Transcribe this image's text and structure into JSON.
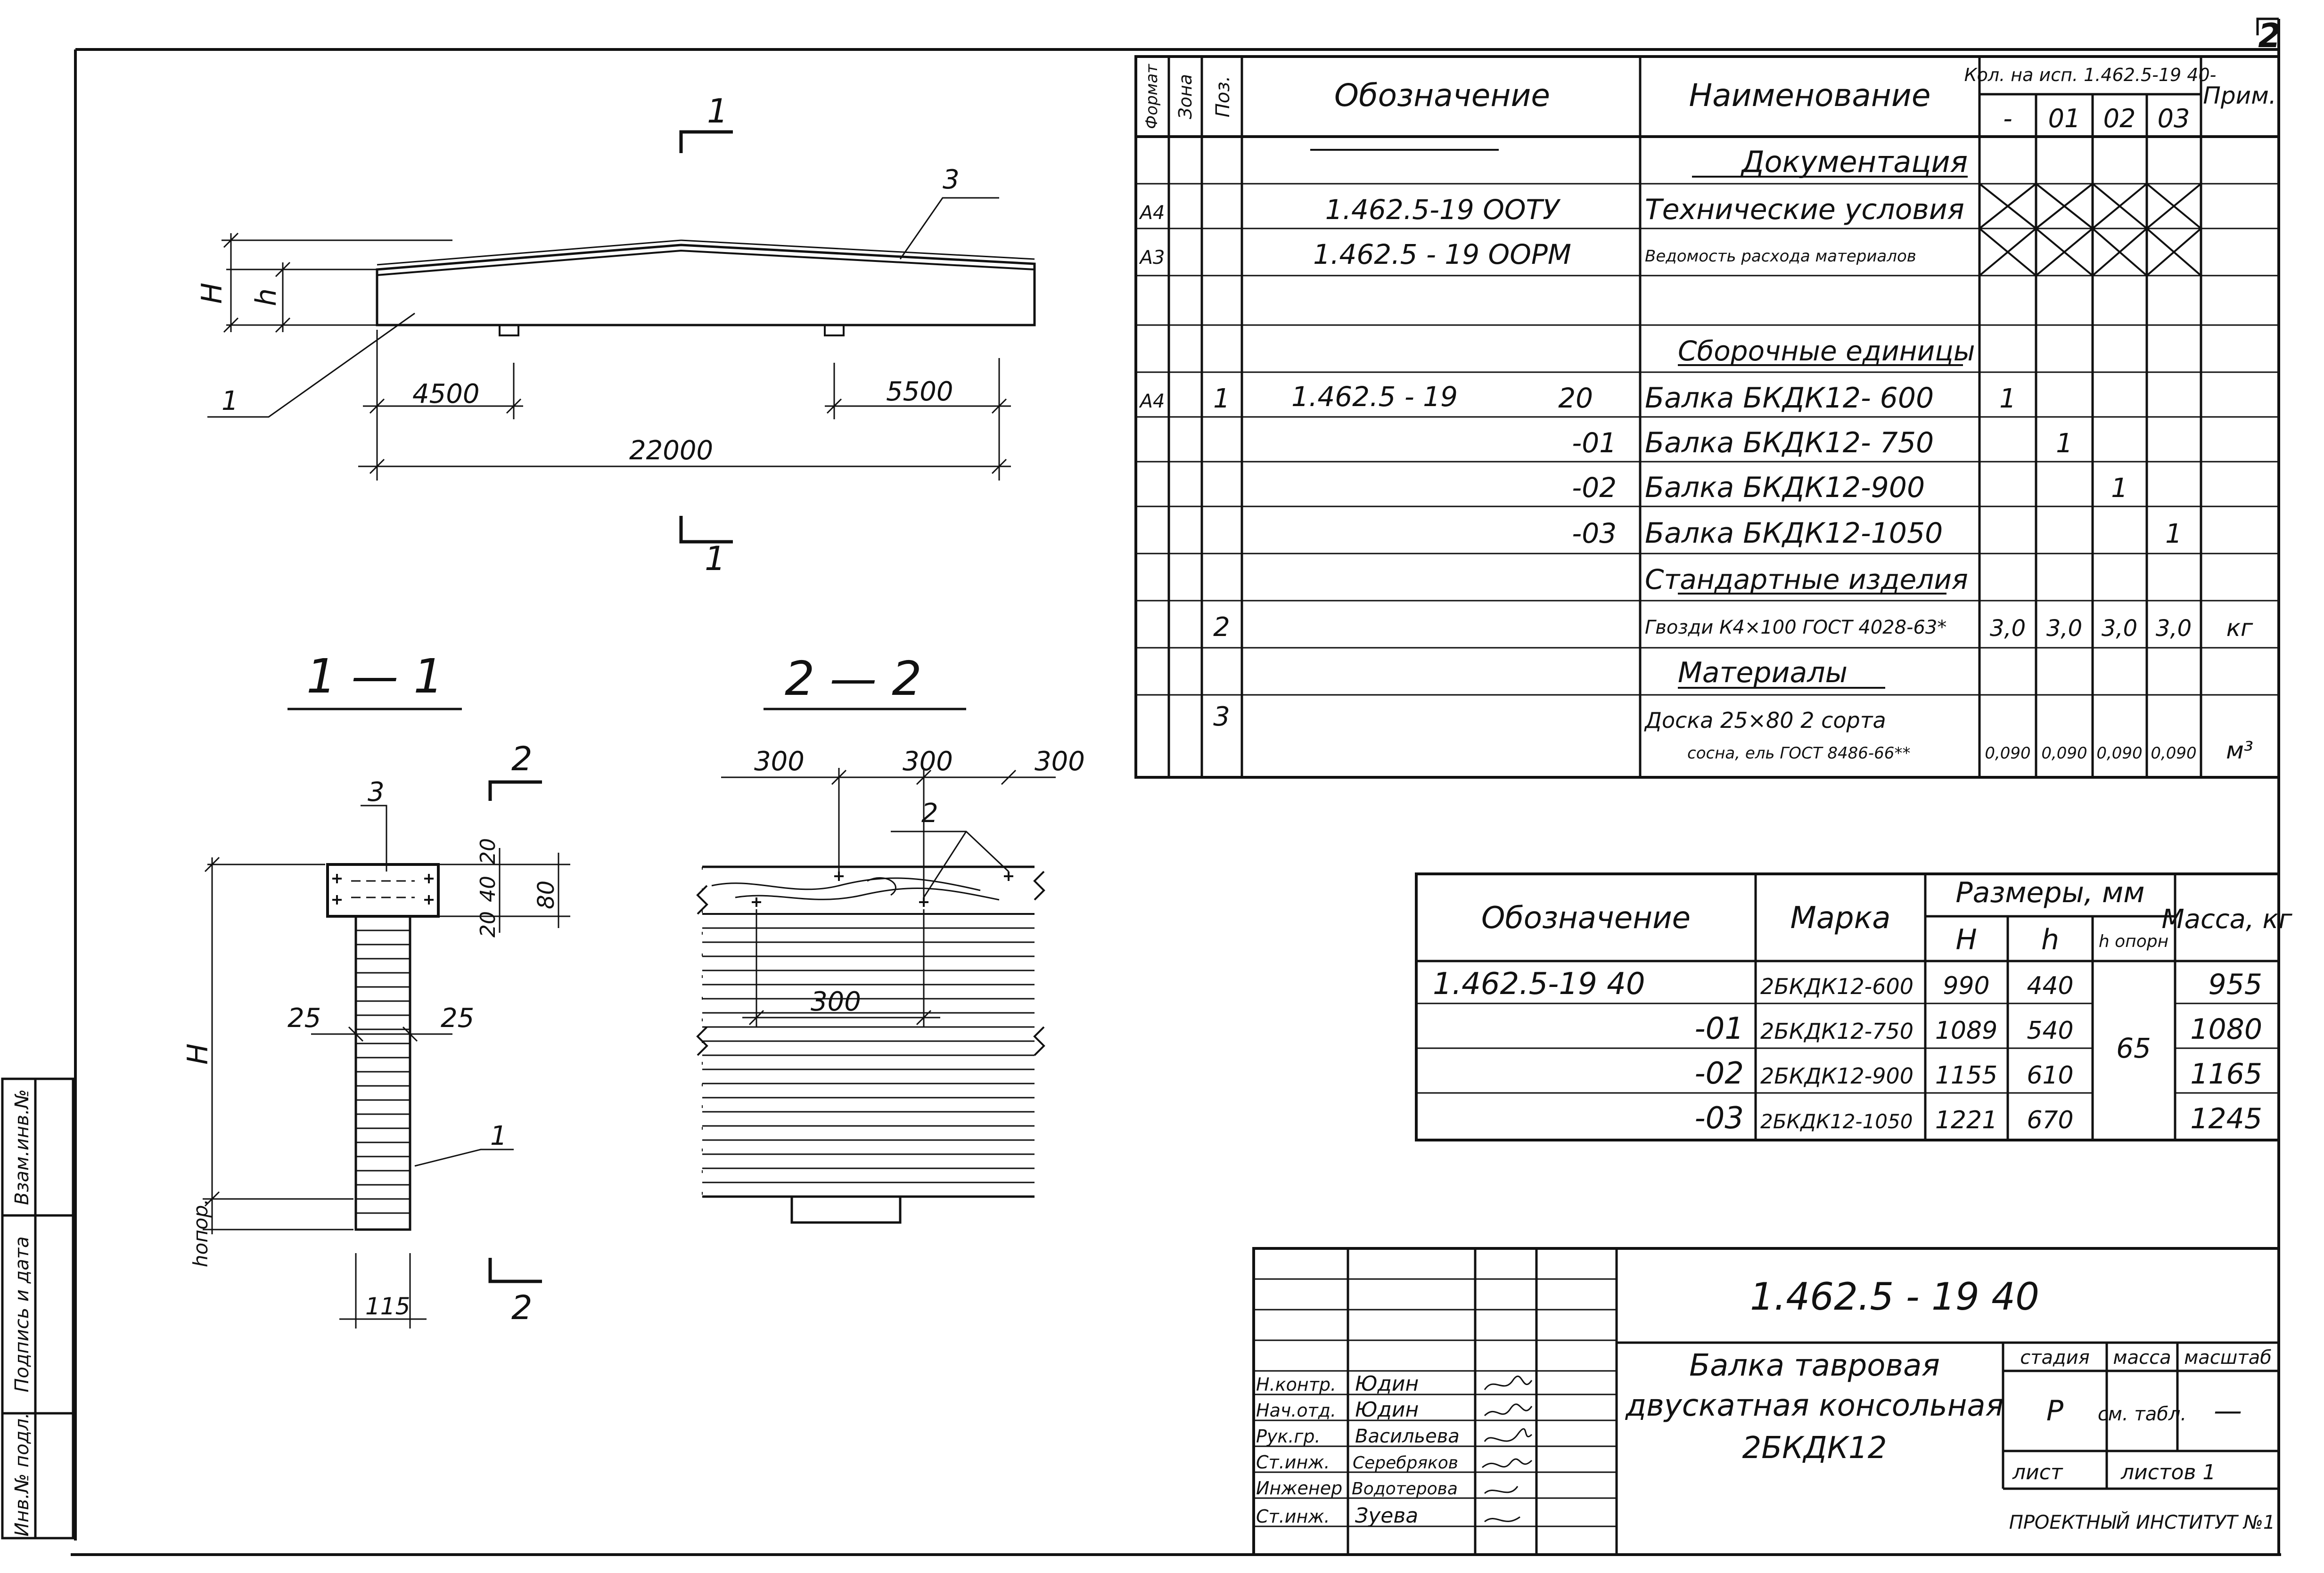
{
  "sheet": {
    "page_number": "2"
  },
  "drawing": {
    "section_mark": "1",
    "section_mark_2": "2",
    "section_1_title": "1 — 1",
    "section_2_title": "2 — 2",
    "labels": {
      "pos1": "1",
      "pos2": "2",
      "pos3": "3",
      "H": "H",
      "h": "h",
      "h_support": "hопор."
    },
    "dimensions": {
      "d4500": "4500",
      "d5500": "5500",
      "d22000": "22000",
      "d300a": "300",
      "d300b": "300",
      "d300c": "300",
      "d300d": "300",
      "d25a": "25",
      "d25b": "25",
      "d20a": "20",
      "d40": "40",
      "d20b": "20",
      "d80": "80",
      "d115": "115"
    }
  },
  "spec": {
    "headers": {
      "format": "Формат",
      "zone": "Зона",
      "pos": "Поз.",
      "designation": "Обозначение",
      "name": "Наименование",
      "qty_group": "Кол. на исп. 1.462.5-19 40-",
      "qty_cols": [
        "-",
        "01",
        "02",
        "03"
      ],
      "note": "Прим."
    },
    "rows": [
      {
        "format": "",
        "pos": "",
        "designation": "",
        "suffix": "",
        "name": "Документация",
        "heading": true,
        "qty": [
          "",
          "",
          "",
          ""
        ],
        "note": ""
      },
      {
        "format": "А4",
        "pos": "",
        "designation": "1.462.5-19 ООТУ",
        "suffix": "",
        "name": "Технические условия",
        "heading": false,
        "crossed": true,
        "qty": [
          "",
          "",
          "",
          ""
        ],
        "note": ""
      },
      {
        "format": "А3",
        "pos": "",
        "designation": "1.462.5 - 19 ООРМ",
        "suffix": "",
        "name": "Ведомость расхода материалов",
        "heading": false,
        "crossed": true,
        "small": true,
        "qty": [
          "",
          "",
          "",
          ""
        ],
        "note": ""
      },
      {
        "format": "",
        "pos": "",
        "designation": "",
        "suffix": "",
        "name": "",
        "heading": false,
        "qty": [
          "",
          "",
          "",
          ""
        ],
        "note": ""
      },
      {
        "format": "",
        "pos": "",
        "designation": "",
        "suffix": "",
        "name": "Сборочные единицы",
        "heading": true,
        "qty": [
          "",
          "",
          "",
          ""
        ],
        "note": ""
      },
      {
        "format": "А4",
        "pos": "1",
        "designation": "1.462.5 - 19",
        "suffix": "20",
        "name": "Балка БКДК12- 600",
        "heading": false,
        "qty": [
          "1",
          "",
          "",
          ""
        ],
        "note": ""
      },
      {
        "format": "",
        "pos": "",
        "designation": "",
        "suffix": "-01",
        "name": "Балка БКДК12- 750",
        "heading": false,
        "qty": [
          "",
          "1",
          "",
          ""
        ],
        "note": ""
      },
      {
        "format": "",
        "pos": "",
        "designation": "",
        "suffix": "-02",
        "name": "Балка БКДК12-900",
        "heading": false,
        "qty": [
          "",
          "",
          "1",
          ""
        ],
        "note": ""
      },
      {
        "format": "",
        "pos": "",
        "designation": "",
        "suffix": "-03",
        "name": "Балка БКДК12-1050",
        "heading": false,
        "qty": [
          "",
          "",
          "",
          "1"
        ],
        "note": ""
      },
      {
        "format": "",
        "pos": "",
        "designation": "",
        "suffix": "",
        "name": "Стандартные изделия",
        "heading": true,
        "qty": [
          "",
          "",
          "",
          ""
        ],
        "note": ""
      },
      {
        "format": "",
        "pos": "2",
        "designation": "",
        "suffix": "",
        "name": "Гвозди К4×100 ГОСТ 4028-63*",
        "heading": false,
        "small": true,
        "qty": [
          "3,0",
          "3,0",
          "3,0",
          "3,0"
        ],
        "note": "кг"
      },
      {
        "format": "",
        "pos": "",
        "designation": "",
        "suffix": "",
        "name": "Материалы",
        "heading": true,
        "qty": [
          "",
          "",
          "",
          ""
        ],
        "note": ""
      },
      {
        "format": "",
        "pos": "3",
        "designation": "",
        "suffix": "",
        "name": "Доска 25×80 2 сорта",
        "name2": "сосна, ель ГОСТ 8486-66**",
        "heading": false,
        "small": true,
        "qty": [
          "0,090",
          "0,090",
          "0,090",
          "0,090"
        ],
        "note": "м³"
      }
    ]
  },
  "sizes": {
    "headers": {
      "designation": "Обозначение",
      "mark": "Марка",
      "dims_group": "Размеры, мм",
      "H": "H",
      "h": "h",
      "h_support": "h опорн",
      "mass": "Масса, кг"
    },
    "h_support_value": "65",
    "rows": [
      {
        "designation": "1.462.5-19 40",
        "mark": "2БКДК12-600",
        "H": "990",
        "h": "440",
        "mass": "955"
      },
      {
        "designation": "-01",
        "mark": "2БКДК12-750",
        "H": "1089",
        "h": "540",
        "mass": "1080"
      },
      {
        "designation": "-02",
        "mark": "2БКДК12-900",
        "H": "1155",
        "h": "610",
        "mass": "1165"
      },
      {
        "designation": "-03",
        "mark": "2БКДК12-1050",
        "H": "1221",
        "h": "670",
        "mass": "1245"
      }
    ]
  },
  "title_block": {
    "code": "1.462.5 - 19 40",
    "title_lines": [
      "Балка тавровая",
      "двускатная консольная",
      "2БКДК12"
    ],
    "stage_label": "стадия",
    "mass_label": "масса",
    "scale_label": "масштаб",
    "stage_value": "Р",
    "mass_value": "см. табл.",
    "scale_value": "—",
    "sheet_label": "лист",
    "sheets_label": "листов 1",
    "org": "ПРОЕКТНЫЙ ИНСТИТУТ №1",
    "signatures": [
      {
        "role": "Н.контр.",
        "name": "Юдин"
      },
      {
        "role": "Нач.отд.",
        "name": "Юдин"
      },
      {
        "role": "Рук.гр.",
        "name": "Васильева"
      },
      {
        "role": "Ст.инж.",
        "name": "Серебряков"
      },
      {
        "role": "Инженер",
        "name": "Водотерова"
      },
      {
        "role": "Ст.инж.",
        "name": "Зуева"
      }
    ]
  },
  "side_stamp": {
    "cells": [
      "Инв.№ подл.",
      "Подпись и дата",
      "Взам.инв.№"
    ]
  }
}
